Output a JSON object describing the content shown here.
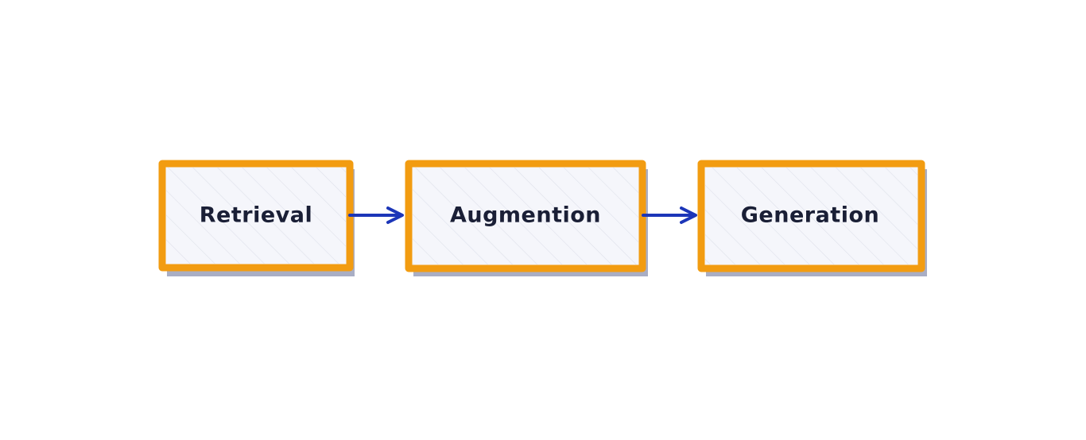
{
  "diagram": {
    "nodes": [
      {
        "id": "retrieval",
        "label": "Retrieval"
      },
      {
        "id": "augmentation",
        "label": "Augmention"
      },
      {
        "id": "generation",
        "label": "Generation"
      }
    ],
    "edges": [
      {
        "from": "retrieval",
        "to": "augmentation"
      },
      {
        "from": "augmentation",
        "to": "generation"
      }
    ]
  },
  "colors": {
    "box_border": "#f29c11",
    "box_fill": "#f5f6fb",
    "box_shadow": "#a9aec4",
    "hatch": "#d8dbe6",
    "arrow": "#1c36b8",
    "text": "#1a1f36"
  }
}
